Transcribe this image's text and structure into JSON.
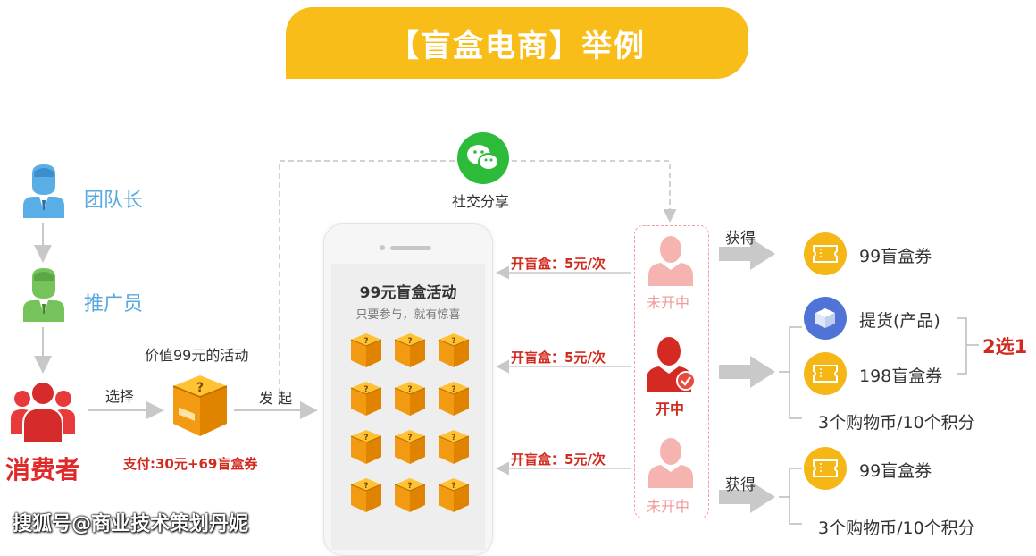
{
  "title": "【盲盒电商】举例",
  "roles": {
    "team_leader": "团队长",
    "promoter": "推广员",
    "consumer": "消费者"
  },
  "flow": {
    "select": "选择",
    "launch": "发 起",
    "activity_value": "价值99元的活动",
    "payment": "支付:30元+69盲盒券",
    "share": "社交分享"
  },
  "phone": {
    "title": "99元盲盒活动",
    "subtitle": "只要参与，就有惊喜"
  },
  "open_labels": [
    "开盲盒：5元/次",
    "开盲盒：5元/次",
    "开盲盒：5元/次"
  ],
  "users": {
    "top_status": "未开中",
    "middle_status": "开中",
    "bottom_status": "未开中"
  },
  "rewards": {
    "obtain_top": "获得",
    "obtain_bottom": "获得",
    "top": "99盲盒券",
    "pickup": "提货(产品)",
    "coupon198": "198盲盒券",
    "choose": "2选1",
    "points_mid": "3个购物币/10个积分",
    "bottom": "99盲盒券",
    "points_bottom": "3个购物币/10个积分"
  },
  "watermark": "搜狐号@商业技术策划丹妮",
  "colors": {
    "banner": "#f8bd19",
    "accent_red": "#d22a1e",
    "role_blue": "#5aa9de",
    "coin_yellow": "#f4b716",
    "pickup_blue": "#4f73d6",
    "wechat_green": "#2dbb3a"
  }
}
